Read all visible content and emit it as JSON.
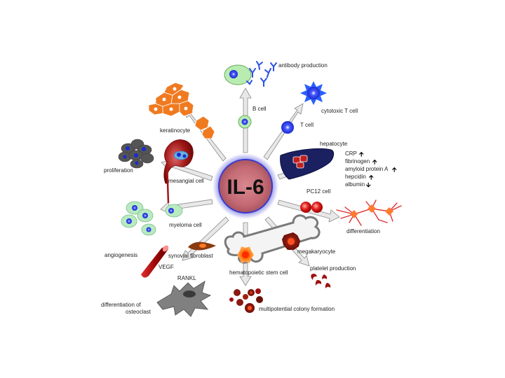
{
  "hub": {
    "label": "IL-6"
  },
  "labels": {
    "antibody_production": "antibody production",
    "b_cell": "B cell",
    "cytotoxic_t_cell": "cytotoxic T cell",
    "t_cell": "T cell",
    "hepatocyte": "hepatocyte",
    "crp": "CRP",
    "fibrinogen": "fibrinogen",
    "amyloid_protein_a": "amyloid protein A",
    "hepcidin": "hepcidin",
    "albumin": "albumin",
    "pc12_cell": "PC12 cell",
    "differentiation": "differentiation",
    "megakaryocyte": "megakaryocyte",
    "platelet_production": "platelet production",
    "hematopoietic_stem_cell": "hematopoietic stem cell",
    "multipotential_colony_formation": "multipotential colony formation",
    "synovial_fibroblast": "synovial fibroblast",
    "angiogenesis": "angiogenesis",
    "vegf": "VEGF",
    "rankl": "RANKL",
    "differentiation_of": "differentiation of",
    "osteoclast": "osteoclast",
    "myeloma_cell": "myeloma cell",
    "proliferation": "proliferation",
    "mesangial_cell": "mesangial cell",
    "keratinocyte": "keratinocyte"
  },
  "arrows": {
    "up": "🡩",
    "down": "🡫"
  },
  "colors": {
    "hub_fill": "#c9707a",
    "hub_glow": "#3b3fd1",
    "arrow_fill": "#e6e6e6",
    "arrow_stroke": "#8a8a8a",
    "b_cell": "#a8e6a0",
    "t_cell": "#1a3fe0",
    "hepatocyte": "#1a2060",
    "pc12": "#e02020",
    "neuron": "#e03030",
    "megakaryocyte": "#8a1a10",
    "stem_cell": "#ff6a00",
    "platelet": "#a01010",
    "fibroblast": "#8a3a10",
    "vessel": "#c01010",
    "osteoclast": "#707070",
    "myeloma": "#b8ecc0",
    "mesangial": "#a01818",
    "keratinocyte": "#f07a20"
  }
}
